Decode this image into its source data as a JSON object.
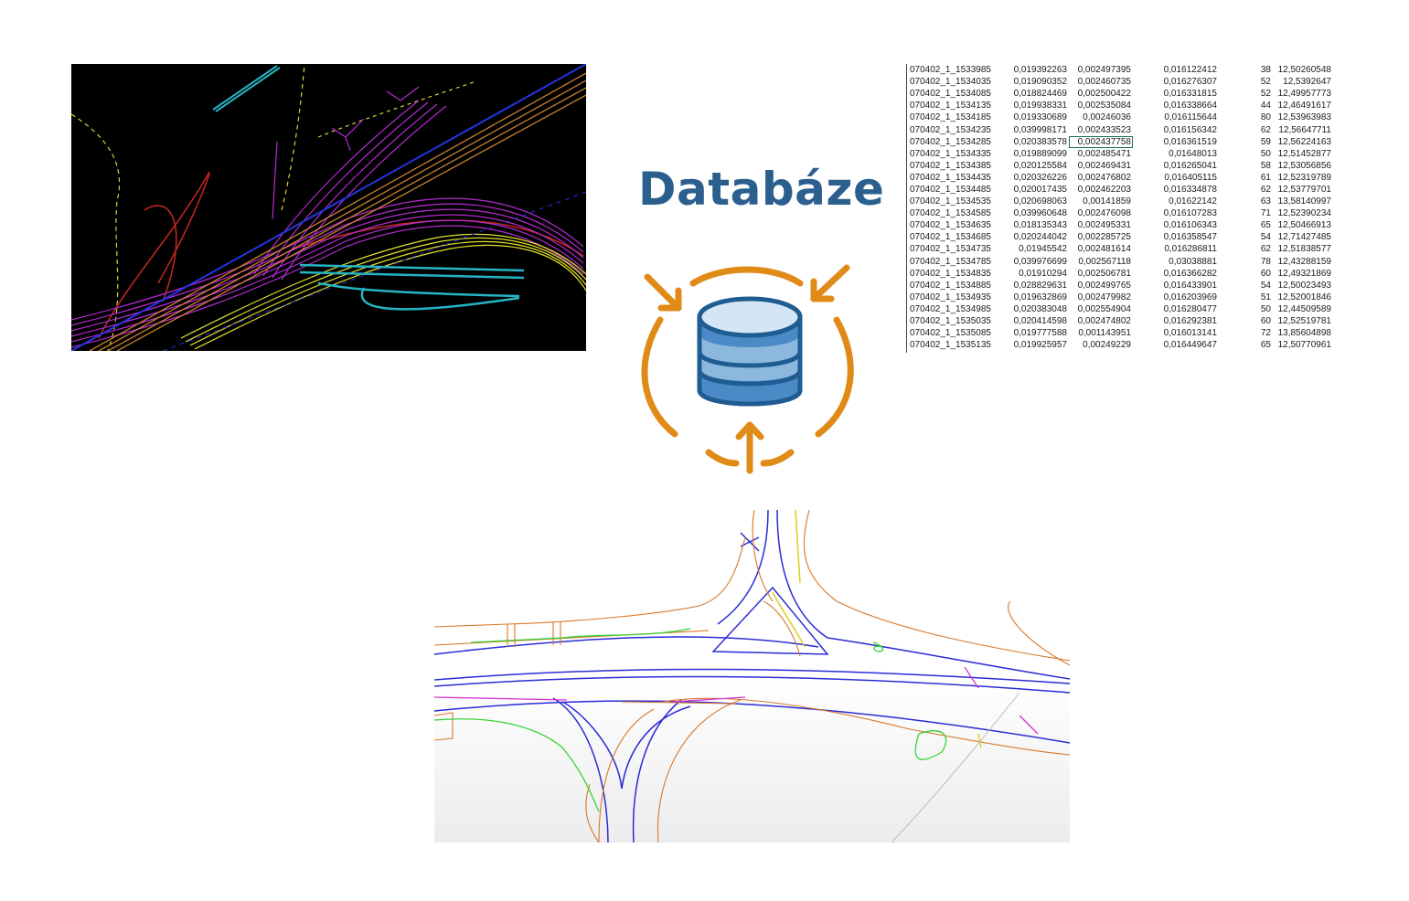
{
  "title": "Databáze",
  "colors": {
    "title": "#2b5f8e",
    "arrow": "#e08a18",
    "db_top": "#d4e6f6",
    "db_mid": "#8db8de",
    "db_bottom": "#4b8ac6",
    "db_stroke": "#1f5c91"
  },
  "icons": [
    "cad-dark-drawing",
    "database-icon",
    "spreadsheet-table",
    "cad-light-drawing"
  ],
  "table": {
    "rows": [
      [
        "070402_1_1533985",
        "0,019392263",
        "0,002497395",
        "0,016122412",
        "38",
        "12,50260548"
      ],
      [
        "070402_1_1534035",
        "0,019090352",
        "0,002460735",
        "0,016276307",
        "52",
        "12,5392647"
      ],
      [
        "070402_1_1534085",
        "0,018824469",
        "0,002500422",
        "0,016331815",
        "52",
        "12,49957773"
      ],
      [
        "070402_1_1534135",
        "0,019938331",
        "0,002535084",
        "0,016338664",
        "44",
        "12,46491617"
      ],
      [
        "070402_1_1534185",
        "0,019330689",
        "0,00246036",
        "0,016115644",
        "80",
        "12,53963983"
      ],
      [
        "070402_1_1534235",
        "0,039998171",
        "0,002433523",
        "0,016156342",
        "62",
        "12,56647711"
      ],
      [
        "070402_1_1534285",
        "0,020383578",
        "0,002437758",
        "0,016361519",
        "59",
        "12,56224163"
      ],
      [
        "070402_1_1534335",
        "0,019889099",
        "0,002485471",
        "0,01648013",
        "50",
        "12,51452877"
      ],
      [
        "070402_1_1534385",
        "0,020125584",
        "0,002469431",
        "0,016265041",
        "58",
        "12,53056856"
      ],
      [
        "070402_1_1534435",
        "0,020326226",
        "0,002476802",
        "0,016405115",
        "61",
        "12,52319789"
      ],
      [
        "070402_1_1534485",
        "0,020017435",
        "0,002462203",
        "0,016334878",
        "62",
        "12,53779701"
      ],
      [
        "070402_1_1534535",
        "0,020698063",
        "0,00141859",
        "0,01622142",
        "63",
        "13,58140997"
      ],
      [
        "070402_1_1534585",
        "0,039960648",
        "0,002476098",
        "0,016107283",
        "71",
        "12,52390234"
      ],
      [
        "070402_1_1534635",
        "0,018135343",
        "0,002495331",
        "0,016106343",
        "65",
        "12,50466913"
      ],
      [
        "070402_1_1534685",
        "0,020244042",
        "0,002285725",
        "0,016358547",
        "54",
        "12,71427485"
      ],
      [
        "070402_1_1534735",
        "0,01945542",
        "0,002481614",
        "0,016286811",
        "62",
        "12,51838577"
      ],
      [
        "070402_1_1534785",
        "0,039976699",
        "0,002567118",
        "0,03038881",
        "78",
        "12,43288159"
      ],
      [
        "070402_1_1534835",
        "0,01910294",
        "0,002506781",
        "0,016366282",
        "60",
        "12,49321869"
      ],
      [
        "070402_1_1534885",
        "0,028829631",
        "0,002499765",
        "0,016433901",
        "54",
        "12,50023493"
      ],
      [
        "070402_1_1534935",
        "0,019632869",
        "0,002479982",
        "0,016203969",
        "51",
        "12,52001846"
      ],
      [
        "070402_1_1534985",
        "0,020383048",
        "0,002554904",
        "0,016280477",
        "50",
        "12,44509589"
      ],
      [
        "070402_1_1535035",
        "0,020414598",
        "0,002474802",
        "0,016292381",
        "60",
        "12,52519781"
      ],
      [
        "070402_1_1535085",
        "0,019777588",
        "0,001143951",
        "0,016013141",
        "72",
        "13,85604898"
      ],
      [
        "070402_1_1535135",
        "0,019925957",
        "0,00249229",
        "0,016449647",
        "65",
        "12,50770961"
      ]
    ]
  }
}
